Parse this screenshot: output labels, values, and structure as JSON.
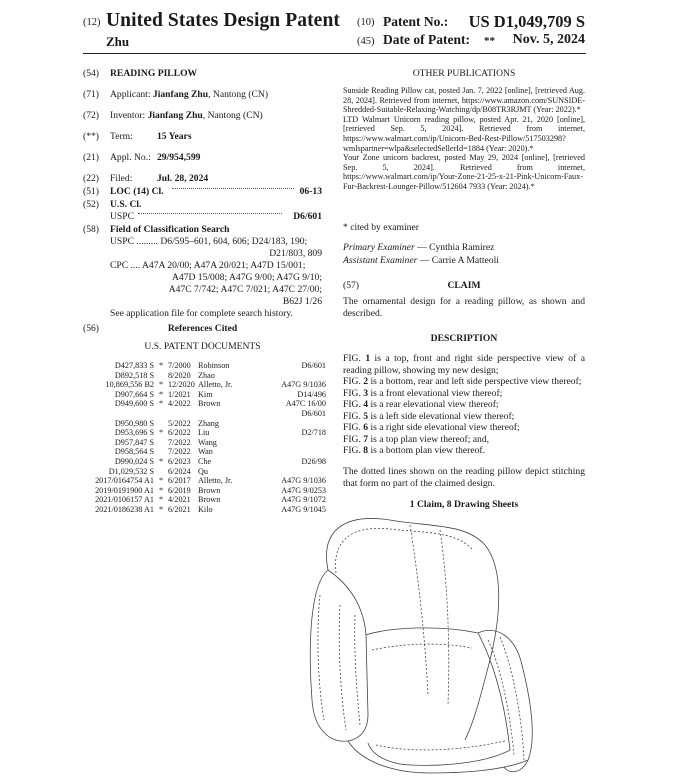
{
  "header": {
    "code_12": "(12)",
    "doc_type": "United States Design Patent",
    "inventor_short": "Zhu",
    "code_10": "(10)",
    "patent_no_label": "Patent No.:",
    "patent_no": "US D1,049,709 S",
    "code_45": "(45)",
    "date_label": "Date of Patent:",
    "date_marker": "**",
    "date": "Nov. 5, 2024"
  },
  "left": {
    "f54": {
      "code": "(54)",
      "text": "READING PILLOW"
    },
    "f71": {
      "code": "(71)",
      "label": "Applicant:",
      "name": "Jianfang Zhu",
      "place": ", Nantong (CN)"
    },
    "f72": {
      "code": "(72)",
      "label": "Inventor:",
      "name": "Jianfang Zhu",
      "place": ", Nantong (CN)"
    },
    "f_term": {
      "code": "(**)",
      "label": "Term:",
      "value": "15 Years"
    },
    "f21": {
      "code": "(21)",
      "label": "Appl. No.:",
      "value": "29/954,599"
    },
    "f22": {
      "code": "(22)",
      "label": "Filed:",
      "value": "Jul. 28, 2024"
    },
    "f51": {
      "code": "(51)",
      "label": "LOC (14) Cl.",
      "value": "06-13"
    },
    "f52": {
      "code": "(52)",
      "label": "U.S. Cl.",
      "uspc_label": "USPC",
      "uspc_value": "D6/601"
    },
    "f58": {
      "code": "(58)",
      "label": "Field of Classification Search",
      "uspc_line1": "USPC ......... D6/595–601, 604, 606; D24/183, 190;",
      "uspc_line2": "D21/803, 809",
      "cpc_line1": "CPC .... A47A 20/00; A47A 20/021; A47D 15/001;",
      "cpc_line2": "A47D 15/008; A47G 9/00; A47G 9/10;",
      "cpc_line3": "A47C 7/742; A47C 7/021; A47C 27/00;",
      "cpc_line4": "B62J 1/26",
      "note": "See application file for complete search history."
    },
    "f56": {
      "code": "(56)",
      "label": "References Cited"
    },
    "us_docs_title": "U.S. PATENT DOCUMENTS",
    "refs": [
      {
        "num": "D427,833 S",
        "star": "*",
        "date": "7/2000",
        "name": "Robinson",
        "cls": "D6/601"
      },
      {
        "num": "D892,518 S",
        "star": "",
        "date": "8/2020",
        "name": "Zhao",
        "cls": ""
      },
      {
        "num": "10,869,556 B2",
        "star": "*",
        "date": "12/2020",
        "name": "Alletto, Jr.",
        "cls": "A47G 9/1036"
      },
      {
        "num": "D907,664 S",
        "star": "*",
        "date": "1/2021",
        "name": "Kim",
        "cls": "D14/496"
      },
      {
        "num": "D949,600 S",
        "star": "*",
        "date": "4/2022",
        "name": "Brown",
        "cls": "A47C 16/00"
      },
      {
        "num": "",
        "star": "",
        "date": "",
        "name": "",
        "cls": "D6/601"
      },
      {
        "num": "D950,980 S",
        "star": "",
        "date": "5/2022",
        "name": "Zhang",
        "cls": ""
      },
      {
        "num": "D953,696 S",
        "star": "*",
        "date": "6/2022",
        "name": "Liu",
        "cls": "D2/718"
      },
      {
        "num": "D957,847 S",
        "star": "",
        "date": "7/2022",
        "name": "Wang",
        "cls": ""
      },
      {
        "num": "D958,564 S",
        "star": "",
        "date": "7/2022",
        "name": "Wan",
        "cls": ""
      },
      {
        "num": "D990,024 S",
        "star": "*",
        "date": "6/2023",
        "name": "Che",
        "cls": "D26/98"
      },
      {
        "num": "D1,029,532 S",
        "star": "",
        "date": "6/2024",
        "name": "Qu",
        "cls": ""
      },
      {
        "num": "2017/0164754 A1",
        "star": "*",
        "date": "6/2017",
        "name": "Alletto, Jr.",
        "cls": "A47G 9/1036"
      },
      {
        "num": "2019/0191900 A1",
        "star": "*",
        "date": "6/2019",
        "name": "Brown",
        "cls": "A47G 9/0253"
      },
      {
        "num": "2021/0106157 A1",
        "star": "*",
        "date": "4/2021",
        "name": "Brown",
        "cls": "A47G 9/1072"
      },
      {
        "num": "2021/0186238 A1",
        "star": "*",
        "date": "6/2021",
        "name": "Kilo",
        "cls": "A47G 9/1045"
      }
    ]
  },
  "right": {
    "other_pub_title": "OTHER PUBLICATIONS",
    "pubs": [
      "Sunside Reading Pillow cat, posted Jan. 7, 2022 [online], [retrieved Aug. 28, 2024]. Retrieved from internet, https://www.amazon.com/SUNSIDE-Shredded-Suitable-Relaxing-Watching/dp/B08TR3RJMT (Year: 2022).*",
      "LTD Walmart Unicorn reading pillow, posted Apr. 21, 2020 [online], [retrieved Sep. 5, 2024]. Retrieved from internet, https://www.walmart.com/ip/Unicorn-Bed-Rest-Pillow/517503298?wmlspartner=wlpa&selectedSellerId=1884 (Year: 2020).*",
      "Your Zone unicorn backrest, posted May 29, 2024 [online], [retrieved Sep. 5, 2024]. Retrieved from internet, https://www.walmart.com/ip/Your-Zone-21-25-x-21-Pink-Unicorn-Faux-Fur-Backrest-Lounger-Pillow/512604 7933 (Year: 2024).*"
    ],
    "cited_by": "* cited by examiner",
    "primary_label": "Primary Examiner",
    "primary_name": "— Cynthia Ramirez",
    "assistant_label": "Assistant Examiner",
    "assistant_name": "— Carrie A Matteoli",
    "claim_code": "(57)",
    "claim_title": "CLAIM",
    "claim_text": "The ornamental design for a reading pillow, as shown and described.",
    "desc_title": "DESCRIPTION",
    "figs": [
      {
        "fig": "FIG. ",
        "n": "1",
        "text": " is a top, front and right side perspective view of a reading pillow, showing my new design;"
      },
      {
        "fig": "FIG. ",
        "n": "2",
        "text": " is a bottom, rear and left side perspective view thereof;"
      },
      {
        "fig": "FIG. ",
        "n": "3",
        "text": " is a front elevational view thereof;"
      },
      {
        "fig": "FIG. ",
        "n": "4",
        "text": " is a rear elevational view thereof;"
      },
      {
        "fig": "FIG. ",
        "n": "5",
        "text": " is a left side elevational view thereof;"
      },
      {
        "fig": "FIG. ",
        "n": "6",
        "text": " is a right side elevational view thereof;"
      },
      {
        "fig": "FIG. ",
        "n": "7",
        "text": " is a top plan view thereof; and,"
      },
      {
        "fig": "FIG. ",
        "n": "8",
        "text": " is a bottom plan view thereof."
      }
    ],
    "dotted_note": "The dotted lines shown on the reading pillow depict stitching that form no part of the claimed design.",
    "claims_sheets": "1 Claim, 8 Drawing Sheets"
  }
}
